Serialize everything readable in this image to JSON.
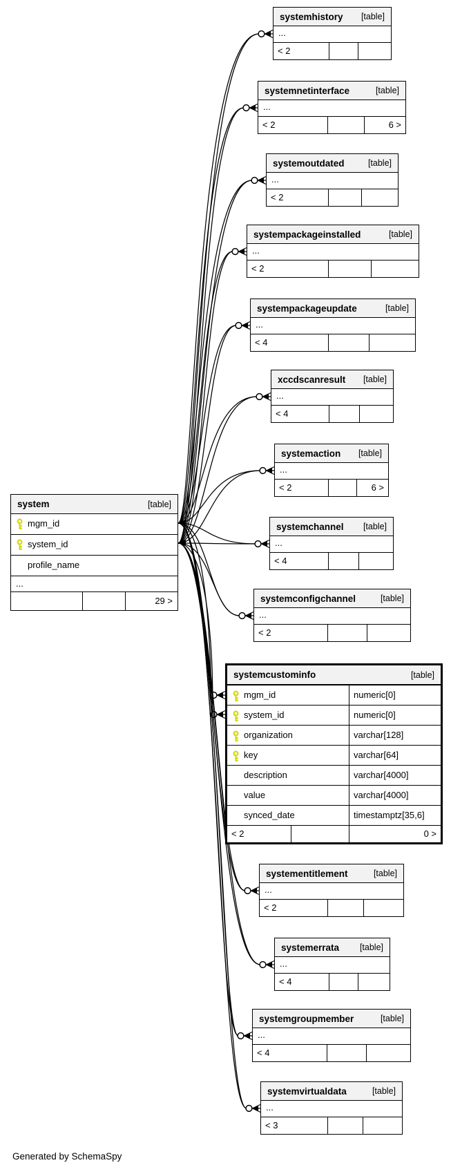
{
  "diagram": {
    "generator_note": "Generated by SchemaSpy",
    "colors": {
      "header_bg": "#f2f2f2",
      "line": "#000000",
      "key_icon": "#d6d600"
    },
    "source_table": {
      "name": "system",
      "tag": "[table]",
      "collapsed_label": "...",
      "columns": [
        {
          "name": "mgm_id",
          "key": true
        },
        {
          "name": "system_id",
          "key": true
        },
        {
          "name": "profile_name",
          "key": false
        }
      ],
      "footer": {
        "left": "",
        "middle": "",
        "right": "29 >"
      }
    },
    "related_tables": [
      {
        "name": "systemhistory",
        "tag": "[table]",
        "collapsed_label": "...",
        "footer": {
          "left": "< 2",
          "middle": "",
          "right": ""
        }
      },
      {
        "name": "systemnetinterface",
        "tag": "[table]",
        "collapsed_label": "...",
        "footer": {
          "left": "< 2",
          "middle": "",
          "right": "6 >"
        }
      },
      {
        "name": "systemoutdated",
        "tag": "[table]",
        "collapsed_label": "...",
        "footer": {
          "left": "< 2",
          "middle": "",
          "right": ""
        }
      },
      {
        "name": "systempackageinstalled",
        "tag": "[table]",
        "collapsed_label": "...",
        "footer": {
          "left": "< 2",
          "middle": "",
          "right": ""
        }
      },
      {
        "name": "systempackageupdate",
        "tag": "[table]",
        "collapsed_label": "...",
        "footer": {
          "left": "< 4",
          "middle": "",
          "right": ""
        }
      },
      {
        "name": "xccdscanresult",
        "tag": "[table]",
        "collapsed_label": "...",
        "footer": {
          "left": "< 4",
          "middle": "",
          "right": ""
        }
      },
      {
        "name": "systemaction",
        "tag": "[table]",
        "collapsed_label": "...",
        "footer": {
          "left": "< 2",
          "middle": "",
          "right": "6 >"
        }
      },
      {
        "name": "systemchannel",
        "tag": "[table]",
        "collapsed_label": "...",
        "footer": {
          "left": "< 4",
          "middle": "",
          "right": ""
        }
      },
      {
        "name": "systemconfigchannel",
        "tag": "[table]",
        "collapsed_label": "...",
        "footer": {
          "left": "< 2",
          "middle": "",
          "right": ""
        }
      },
      {
        "name": "systemcustominfo",
        "tag": "[table]",
        "detailed": true,
        "columns": [
          {
            "name": "mgm_id",
            "type": "numeric[0]",
            "key": true
          },
          {
            "name": "system_id",
            "type": "numeric[0]",
            "key": true
          },
          {
            "name": "organization",
            "type": "varchar[128]",
            "key": true
          },
          {
            "name": "key",
            "type": "varchar[64]",
            "key": true
          },
          {
            "name": "description",
            "type": "varchar[4000]",
            "key": false
          },
          {
            "name": "value",
            "type": "varchar[4000]",
            "key": false
          },
          {
            "name": "synced_date",
            "type": "timestamptz[35,6]",
            "key": false
          }
        ],
        "footer": {
          "left": "< 2",
          "middle": "",
          "right": "0 >"
        }
      },
      {
        "name": "systementitlement",
        "tag": "[table]",
        "collapsed_label": "...",
        "footer": {
          "left": "< 2",
          "middle": "",
          "right": ""
        }
      },
      {
        "name": "systemerrata",
        "tag": "[table]",
        "collapsed_label": "...",
        "footer": {
          "left": "< 4",
          "middle": "",
          "right": ""
        }
      },
      {
        "name": "systemgroupmember",
        "tag": "[table]",
        "collapsed_label": "...",
        "footer": {
          "left": "< 4",
          "middle": "",
          "right": ""
        }
      },
      {
        "name": "systemvirtualdata",
        "tag": "[table]",
        "collapsed_label": "...",
        "footer": {
          "left": "< 3",
          "middle": "",
          "right": ""
        }
      }
    ]
  }
}
